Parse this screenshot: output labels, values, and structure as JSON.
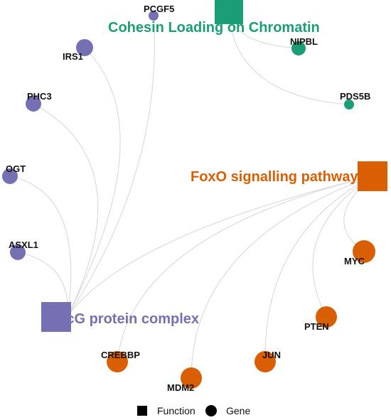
{
  "colors": {
    "cohesin": "#1b9e77",
    "foxo": "#d95f02",
    "pcg": "#7570b3",
    "edge": "#d9d9d9"
  },
  "functions": {
    "cohesin": {
      "label": "Cohesin Loading on Chromatin",
      "color": "#1b9e77"
    },
    "foxo": {
      "label": "FoxO signalling pathway",
      "color": "#d95f02"
    },
    "pcg": {
      "label": "PcG protein complex",
      "color": "#7570b3"
    }
  },
  "genes": {
    "pcgf5": "PCGF5",
    "irs1": "IRS1",
    "phc3": "PHC3",
    "ogt": "OGT",
    "asxl1": "ASXL1",
    "nipbl": "NIPBL",
    "pds5b": "PDS5B",
    "myc": "MYC",
    "pten": "PTEN",
    "jun": "JUN",
    "mdm2": "MDM2",
    "crebbp": "CREBBP"
  },
  "legend": {
    "function_label": "Function",
    "gene_label": "Gene",
    "function_shape": "square",
    "gene_shape": "circle"
  }
}
